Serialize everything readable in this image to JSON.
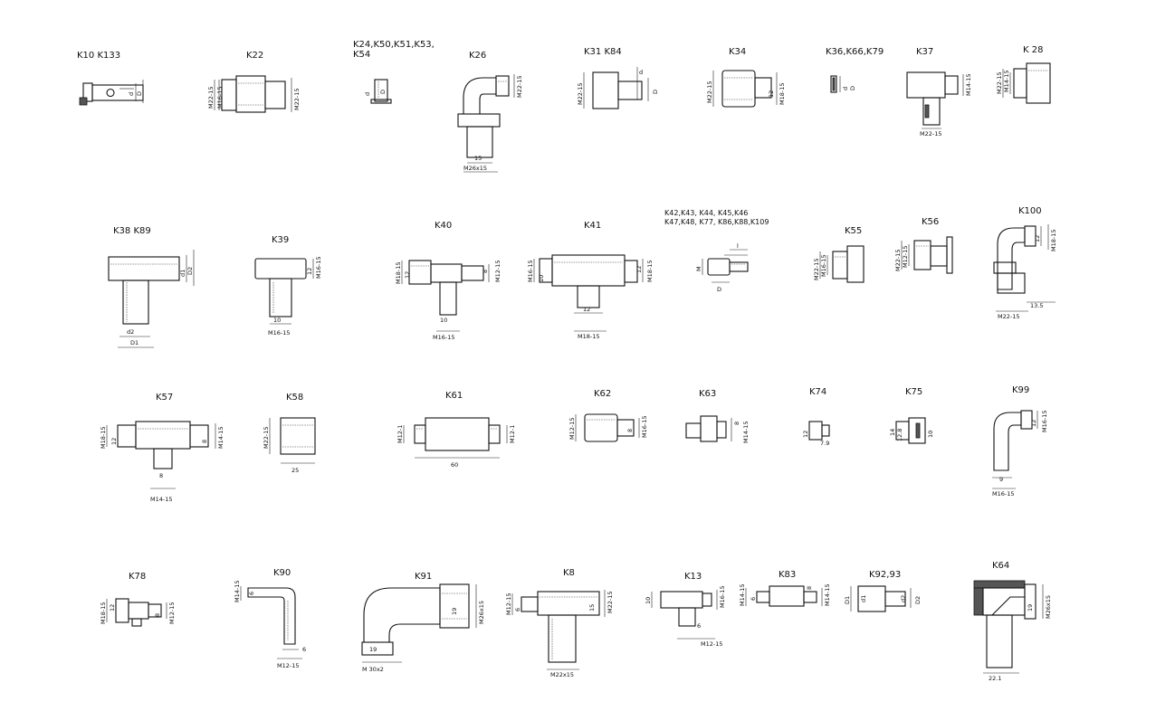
{
  "drawing": {
    "parts": [
      {
        "key": "k10",
        "label": "K10  K133",
        "dims": [
          "d",
          "D"
        ]
      },
      {
        "key": "k22",
        "label": "K22",
        "dims": [
          "M22-15",
          "M16-15",
          "M22-15"
        ]
      },
      {
        "key": "k24",
        "label": "K24,K50,K51,K53,",
        "label2": "K54",
        "dims": [
          "d",
          "D"
        ]
      },
      {
        "key": "k26",
        "label": "K26",
        "dims": [
          "M22-15",
          "15",
          "M26x15"
        ]
      },
      {
        "key": "k31",
        "label": "K31 K84",
        "dims": [
          "M22-15",
          "d",
          "D"
        ]
      },
      {
        "key": "k34",
        "label": "K34",
        "dims": [
          "M22-15",
          "12",
          "M18-15"
        ]
      },
      {
        "key": "k36",
        "label": "K36,K66,K79",
        "dims": [
          "d",
          "D"
        ]
      },
      {
        "key": "k37",
        "label": "K37",
        "dims": [
          "M14-15",
          "M22-15"
        ]
      },
      {
        "key": "k28",
        "label": "K 28",
        "dims": [
          "M22-15",
          "M14-15"
        ]
      },
      {
        "key": "k38",
        "label": "K38 K89",
        "dims": [
          "d1",
          "D2",
          "d2",
          "D1"
        ]
      },
      {
        "key": "k39",
        "label": "K39",
        "dims": [
          "12",
          "M16-15",
          "10",
          "M16-15"
        ]
      },
      {
        "key": "k40",
        "label": "K40",
        "dims": [
          "M18-15",
          "12",
          "8",
          "M12-15",
          "10",
          "M16-15"
        ]
      },
      {
        "key": "k41",
        "label": "K41",
        "dims": [
          "M16-15",
          "10",
          "12",
          "M18-15",
          "12",
          "M18-15"
        ]
      },
      {
        "key": "k42",
        "label": "K42,K43, K44, K45,K46",
        "label2": "K47,K48, K77, K86,K88,K109",
        "dims": [
          "M",
          "D",
          "l"
        ]
      },
      {
        "key": "k55",
        "label": "K55",
        "dims": [
          "M22-15",
          "M16-15"
        ]
      },
      {
        "key": "k56",
        "label": "K56",
        "dims": [
          "M22-15",
          "M12-15"
        ]
      },
      {
        "key": "k100",
        "label": "K100",
        "dims": [
          "12",
          "M18-15",
          "M22-15",
          "13.5"
        ]
      },
      {
        "key": "k57",
        "label": "K57",
        "dims": [
          "M18-15",
          "12",
          "8",
          "M14-15",
          "8",
          "M14-15"
        ]
      },
      {
        "key": "k58",
        "label": "K58",
        "dims": [
          "M22-15",
          "25"
        ]
      },
      {
        "key": "k61",
        "label": "K61",
        "dims": [
          "M12-1",
          "M12-1",
          "60"
        ]
      },
      {
        "key": "k62",
        "label": "K62",
        "dims": [
          "M12-15",
          "8",
          "M16-15"
        ]
      },
      {
        "key": "k63",
        "label": "K63",
        "dims": [
          "8",
          "M14-15"
        ]
      },
      {
        "key": "k74",
        "label": "K74",
        "dims": [
          "12",
          "7.9"
        ]
      },
      {
        "key": "k75",
        "label": "K75",
        "dims": [
          "14",
          "12.8",
          "10"
        ]
      },
      {
        "key": "k99",
        "label": "K99",
        "dims": [
          "12",
          "M16-15",
          "9",
          "M16-15"
        ]
      },
      {
        "key": "k78",
        "label": "K78",
        "dims": [
          "M18-15",
          "12",
          "8",
          "M12-15"
        ]
      },
      {
        "key": "k90",
        "label": "K90",
        "dims": [
          "M14-15",
          "6",
          "6",
          "M12-15"
        ]
      },
      {
        "key": "k91",
        "label": "K91",
        "dims": [
          "19",
          "M26x15",
          "19",
          "M 30x2"
        ]
      },
      {
        "key": "k8",
        "label": "K8",
        "dims": [
          "M12-15",
          "6",
          "15",
          "M22-15",
          "M22x15"
        ]
      },
      {
        "key": "k13",
        "label": "K13",
        "dims": [
          "10",
          "M16-15",
          "6",
          "M12-15"
        ]
      },
      {
        "key": "k83",
        "label": "K83",
        "dims": [
          "M14-15",
          "6",
          "8",
          "M14-15"
        ]
      },
      {
        "key": "k92",
        "label": "K92,93",
        "dims": [
          "D1",
          "d1",
          "d2",
          "D2"
        ]
      },
      {
        "key": "k64",
        "label": "K64",
        "dims": [
          "19",
          "M26x15",
          "22.1"
        ]
      }
    ]
  }
}
